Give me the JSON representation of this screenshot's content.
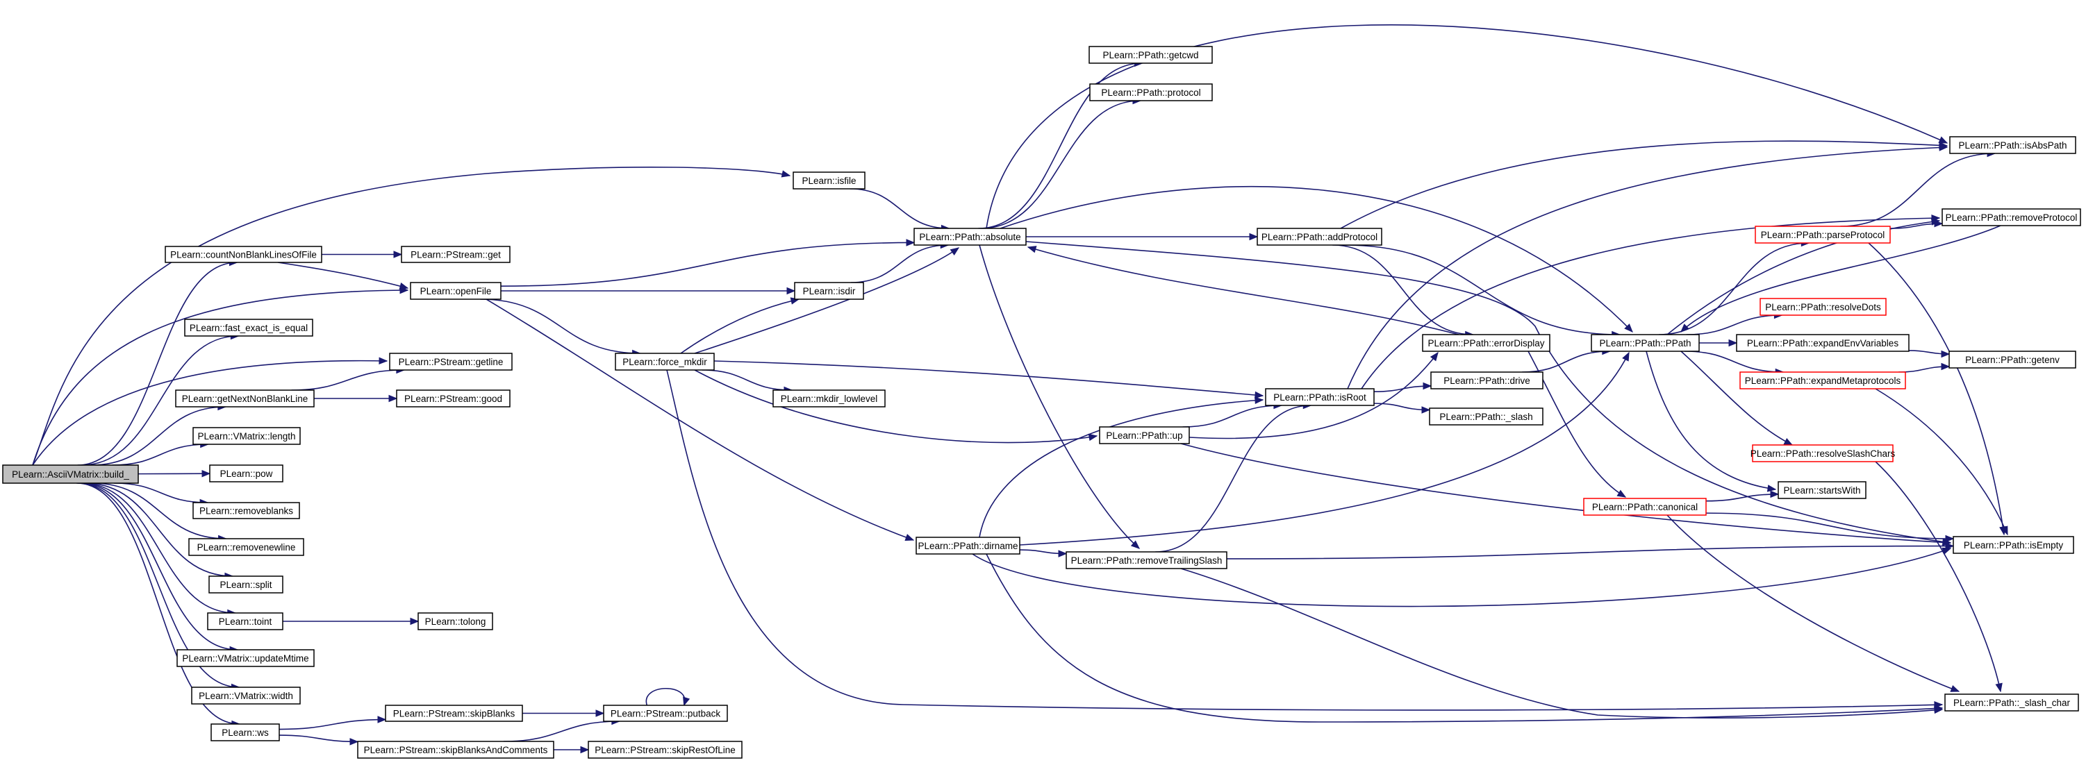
{
  "graph": {
    "root": "n_build",
    "nodes": [
      {
        "id": "n_build",
        "label": "PLearn::AsciiVMatrix::build_",
        "style": "root"
      },
      {
        "id": "n_countNB",
        "label": "PLearn::countNonBlankLinesOfFile",
        "style": "normal"
      },
      {
        "id": "n_fast",
        "label": "PLearn::fast_exact_is_equal",
        "style": "normal"
      },
      {
        "id": "n_getNext",
        "label": "PLearn::getNextNonBlankLine",
        "style": "normal"
      },
      {
        "id": "n_vlength",
        "label": "PLearn::VMatrix::length",
        "style": "normal"
      },
      {
        "id": "n_pow",
        "label": "PLearn::pow",
        "style": "normal"
      },
      {
        "id": "n_removeblanks",
        "label": "PLearn::removeblanks",
        "style": "normal"
      },
      {
        "id": "n_removenewline",
        "label": "PLearn::removenewline",
        "style": "normal"
      },
      {
        "id": "n_split",
        "label": "PLearn::split",
        "style": "normal"
      },
      {
        "id": "n_toint",
        "label": "PLearn::toint",
        "style": "normal"
      },
      {
        "id": "n_updMtime",
        "label": "PLearn::VMatrix::updateMtime",
        "style": "normal"
      },
      {
        "id": "n_vwidth",
        "label": "PLearn::VMatrix::width",
        "style": "normal"
      },
      {
        "id": "n_ws",
        "label": "PLearn::ws",
        "style": "normal"
      },
      {
        "id": "n_psget",
        "label": "PLearn::PStream::get",
        "style": "normal"
      },
      {
        "id": "n_openFile",
        "label": "PLearn::openFile",
        "style": "normal"
      },
      {
        "id": "n_psgetline",
        "label": "PLearn::PStream::getline",
        "style": "normal"
      },
      {
        "id": "n_psgood",
        "label": "PLearn::PStream::good",
        "style": "normal"
      },
      {
        "id": "n_tolong",
        "label": "PLearn::tolong",
        "style": "normal"
      },
      {
        "id": "n_skipBlanks",
        "label": "PLearn::PStream::skipBlanks",
        "style": "normal"
      },
      {
        "id": "n_skipBAC",
        "label": "PLearn::PStream::skipBlanksAndComments",
        "style": "normal"
      },
      {
        "id": "n_putback",
        "label": "PLearn::PStream::putback",
        "style": "normal"
      },
      {
        "id": "n_skipRest",
        "label": "PLearn::PStream::skipRestOfLine",
        "style": "normal"
      },
      {
        "id": "n_isfile",
        "label": "PLearn::isfile",
        "style": "normal"
      },
      {
        "id": "n_isdir",
        "label": "PLearn::isdir",
        "style": "normal"
      },
      {
        "id": "n_forcemkdir",
        "label": "PLearn::force_mkdir",
        "style": "normal"
      },
      {
        "id": "n_mkdirlow",
        "label": "PLearn::mkdir_lowlevel",
        "style": "normal"
      },
      {
        "id": "n_dirname",
        "label": "PLearn::PPath::dirname",
        "style": "normal"
      },
      {
        "id": "n_absolute",
        "label": "PLearn::PPath::absolute",
        "style": "normal"
      },
      {
        "id": "n_getcwd",
        "label": "PLearn::PPath::getcwd",
        "style": "normal"
      },
      {
        "id": "n_protocol",
        "label": "PLearn::PPath::protocol",
        "style": "normal"
      },
      {
        "id": "n_up",
        "label": "PLearn::PPath::up",
        "style": "normal"
      },
      {
        "id": "n_removeTS",
        "label": "PLearn::PPath::removeTrailingSlash",
        "style": "normal"
      },
      {
        "id": "n_addProtocol",
        "label": "PLearn::PPath::addProtocol",
        "style": "normal"
      },
      {
        "id": "n_errorDisplay",
        "label": "PLearn::PPath::errorDisplay",
        "style": "normal"
      },
      {
        "id": "n_isRoot",
        "label": "PLearn::PPath::isRoot",
        "style": "normal"
      },
      {
        "id": "n_drive",
        "label": "PLearn::PPath::drive",
        "style": "normal"
      },
      {
        "id": "n__slash",
        "label": "PLearn::PPath::_slash",
        "style": "normal"
      },
      {
        "id": "n_canonical",
        "label": "PLearn::PPath::canonical",
        "style": "trunc"
      },
      {
        "id": "n_PPath",
        "label": "PLearn::PPath::PPath",
        "style": "normal"
      },
      {
        "id": "n_parseProtocol",
        "label": "PLearn::PPath::parseProtocol",
        "style": "trunc"
      },
      {
        "id": "n_resolveDots",
        "label": "PLearn::PPath::resolveDots",
        "style": "trunc"
      },
      {
        "id": "n_expandEnv",
        "label": "PLearn::PPath::expandEnvVariables",
        "style": "normal"
      },
      {
        "id": "n_expandMeta",
        "label": "PLearn::PPath::expandMetaprotocols",
        "style": "trunc"
      },
      {
        "id": "n_resolveSlash",
        "label": "PLearn::PPath::resolveSlashChars",
        "style": "trunc"
      },
      {
        "id": "n_startsWith",
        "label": "PLearn::startsWith",
        "style": "normal"
      },
      {
        "id": "n_isAbsPath",
        "label": "PLearn::PPath::isAbsPath",
        "style": "normal"
      },
      {
        "id": "n_removeProtocol",
        "label": "PLearn::PPath::removeProtocol",
        "style": "normal"
      },
      {
        "id": "n_getenv",
        "label": "PLearn::PPath::getenv",
        "style": "normal"
      },
      {
        "id": "n_isEmpty",
        "label": "PLearn::PPath::isEmpty",
        "style": "normal"
      },
      {
        "id": "n__slash_char",
        "label": "PLearn::PPath::_slash_char",
        "style": "normal"
      }
    ],
    "edges": [
      [
        "n_build",
        "n_countNB"
      ],
      [
        "n_build",
        "n_fast"
      ],
      [
        "n_build",
        "n_getNext"
      ],
      [
        "n_build",
        "n_vlength"
      ],
      [
        "n_build",
        "n_pow"
      ],
      [
        "n_build",
        "n_removeblanks"
      ],
      [
        "n_build",
        "n_removenewline"
      ],
      [
        "n_build",
        "n_split"
      ],
      [
        "n_build",
        "n_toint"
      ],
      [
        "n_build",
        "n_updMtime"
      ],
      [
        "n_build",
        "n_vwidth"
      ],
      [
        "n_build",
        "n_ws"
      ],
      [
        "n_build",
        "n_openFile"
      ],
      [
        "n_build",
        "n_psgetline"
      ],
      [
        "n_build",
        "n_isfile"
      ],
      [
        "n_countNB",
        "n_psget"
      ],
      [
        "n_countNB",
        "n_openFile"
      ],
      [
        "n_getNext",
        "n_psgetline"
      ],
      [
        "n_getNext",
        "n_psgood"
      ],
      [
        "n_toint",
        "n_tolong"
      ],
      [
        "n_ws",
        "n_skipBlanks"
      ],
      [
        "n_ws",
        "n_skipBAC"
      ],
      [
        "n_skipBlanks",
        "n_putback"
      ],
      [
        "n_skipBAC",
        "n_putback"
      ],
      [
        "n_skipBAC",
        "n_skipRest"
      ],
      [
        "n_putback",
        "n_putback"
      ],
      [
        "n_openFile",
        "n_absolute"
      ],
      [
        "n_openFile",
        "n_isdir"
      ],
      [
        "n_openFile",
        "n_forcemkdir"
      ],
      [
        "n_openFile",
        "n_dirname"
      ],
      [
        "n_isfile",
        "n_absolute"
      ],
      [
        "n_isdir",
        "n_absolute"
      ],
      [
        "n_forcemkdir",
        "n_isdir"
      ],
      [
        "n_forcemkdir",
        "n_absolute"
      ],
      [
        "n_forcemkdir",
        "n_mkdirlow"
      ],
      [
        "n_forcemkdir",
        "n_isRoot"
      ],
      [
        "n_forcemkdir",
        "n_up"
      ],
      [
        "n_forcemkdir",
        "n__slash_char"
      ],
      [
        "n_absolute",
        "n_getcwd"
      ],
      [
        "n_absolute",
        "n_protocol"
      ],
      [
        "n_absolute",
        "n_addProtocol"
      ],
      [
        "n_absolute",
        "n_isAbsPath"
      ],
      [
        "n_absolute",
        "n_removeTS"
      ],
      [
        "n_absolute",
        "n_PPath"
      ],
      [
        "n_absolute",
        "n_isEmpty"
      ],
      [
        "n_addProtocol",
        "n_isAbsPath"
      ],
      [
        "n_addProtocol",
        "n_errorDisplay"
      ],
      [
        "n_addProtocol",
        "n_PPath"
      ],
      [
        "n_dirname",
        "n_removeTS"
      ],
      [
        "n_dirname",
        "n_isRoot"
      ],
      [
        "n_dirname",
        "n_PPath"
      ],
      [
        "n_dirname",
        "n_isEmpty"
      ],
      [
        "n_dirname",
        "n__slash_char"
      ],
      [
        "n_up",
        "n_isRoot"
      ],
      [
        "n_up",
        "n_errorDisplay"
      ],
      [
        "n_up",
        "n_isEmpty"
      ],
      [
        "n_removeTS",
        "n_isRoot"
      ],
      [
        "n_removeTS",
        "n_isEmpty"
      ],
      [
        "n_removeTS",
        "n__slash_char"
      ],
      [
        "n_isRoot",
        "n_drive"
      ],
      [
        "n_isRoot",
        "n__slash"
      ],
      [
        "n_isRoot",
        "n_isAbsPath"
      ],
      [
        "n_isRoot",
        "n_removeProtocol"
      ],
      [
        "n_errorDisplay",
        "n_absolute"
      ],
      [
        "n_errorDisplay",
        "n_canonical"
      ],
      [
        "n_drive",
        "n_PPath"
      ],
      [
        "n_canonical",
        "n_startsWith"
      ],
      [
        "n_canonical",
        "n_isEmpty"
      ],
      [
        "n_canonical",
        "n__slash_char"
      ],
      [
        "n_PPath",
        "n_parseProtocol"
      ],
      [
        "n_PPath",
        "n_resolveDots"
      ],
      [
        "n_PPath",
        "n_expandEnv"
      ],
      [
        "n_PPath",
        "n_expandMeta"
      ],
      [
        "n_PPath",
        "n_resolveSlash"
      ],
      [
        "n_PPath",
        "n_startsWith"
      ],
      [
        "n_PPath",
        "n_removeProtocol"
      ],
      [
        "n_parseProtocol",
        "n_isAbsPath"
      ],
      [
        "n_parseProtocol",
        "n_removeProtocol"
      ],
      [
        "n_parseProtocol",
        "n_isEmpty"
      ],
      [
        "n_expandEnv",
        "n_getenv"
      ],
      [
        "n_expandMeta",
        "n_getenv"
      ],
      [
        "n_expandMeta",
        "n_isEmpty"
      ],
      [
        "n_resolveSlash",
        "n__slash_char"
      ],
      [
        "n_removeProtocol",
        "n_PPath"
      ]
    ]
  },
  "colors": {
    "edge": "#191970",
    "node_border": "#000000",
    "truncated_border": "#ff0000",
    "root_fill": "#bfbfbf",
    "node_fill": "#ffffff"
  }
}
